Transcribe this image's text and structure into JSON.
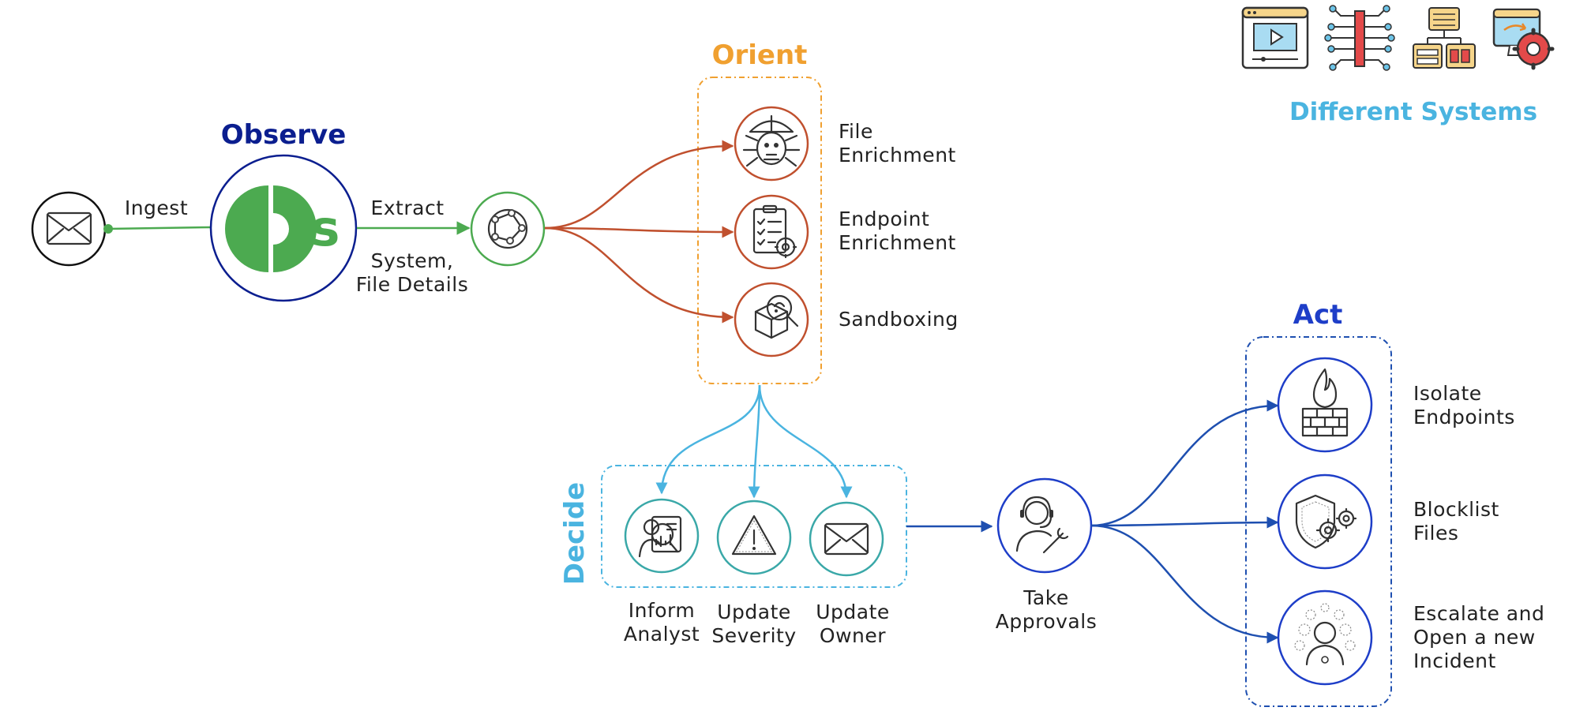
{
  "colors": {
    "observe": "#0b1e8f",
    "orient": "#f0a030",
    "orient_arrow": "#c0502e",
    "decide": "#4ab4e0",
    "act": "#1e3ec8",
    "act_arrow": "#1e4fb0",
    "observe_arrow": "#4caa50",
    "logo": "#4caa50",
    "systems": "#4ab4e0"
  },
  "observe": {
    "title": "Observe",
    "logo_letter": "s"
  },
  "orient": {
    "title": "Orient",
    "items": [
      {
        "line1": "File",
        "line2": "Enrichment",
        "icon": "malware-bug-icon"
      },
      {
        "line1": "Endpoint",
        "line2": "Enrichment",
        "icon": "checklist-gear-icon"
      },
      {
        "line1": "Sandboxing",
        "line2": "",
        "icon": "sandbox-search-icon"
      }
    ]
  },
  "decide": {
    "title": "Decide",
    "items": [
      {
        "line1": "Inform",
        "line2": "Analyst",
        "icon": "analyst-report-icon"
      },
      {
        "line1": "Update",
        "line2": "Severity",
        "icon": "warning-triangle-icon"
      },
      {
        "line1": "Update",
        "line2": "Owner",
        "icon": "envelope-icon"
      }
    ]
  },
  "act": {
    "title": "Act",
    "items": [
      {
        "line1": "Isolate",
        "line2": "Endpoints",
        "line3": "",
        "icon": "firewall-fire-icon"
      },
      {
        "line1": "Blocklist",
        "line2": "Files",
        "line3": "",
        "icon": "shield-gears-icon"
      },
      {
        "line1": "Escalate and",
        "line2": "Open a new",
        "line3": "Incident",
        "icon": "user-incident-icon"
      }
    ]
  },
  "flow": {
    "ingest": "Ingest",
    "extract": "Extract",
    "details_line1": "System,",
    "details_line2": "File Details",
    "approvals_line1": "Take",
    "approvals_line2": "Approvals"
  },
  "systems": {
    "label": "Different Systems",
    "icons": [
      "video-player-icon",
      "circuit-network-icon",
      "server-hierarchy-icon",
      "monitor-gear-icon"
    ]
  }
}
